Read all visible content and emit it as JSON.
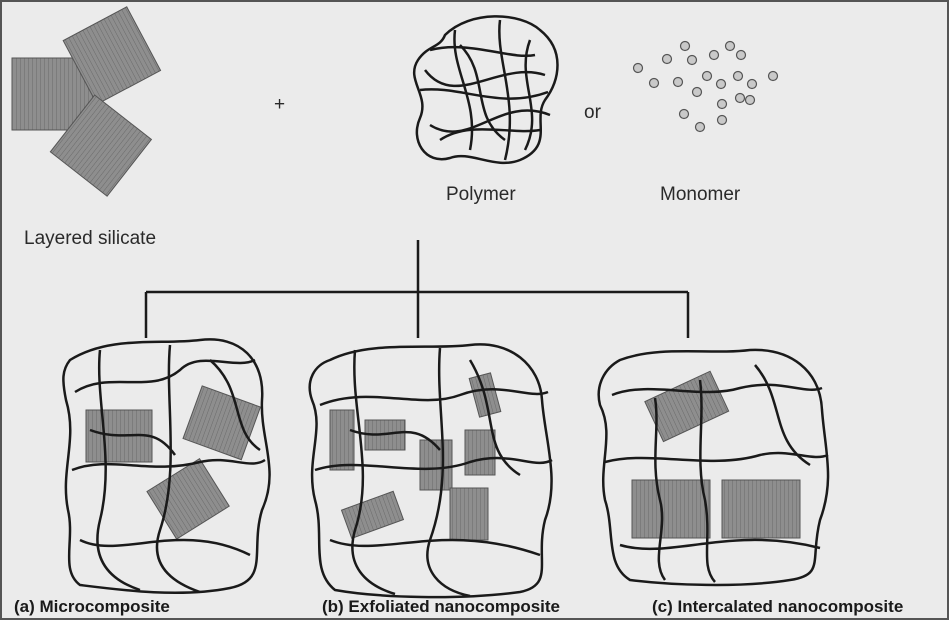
{
  "diagram": {
    "operator_plus": "+",
    "operator_or": "or",
    "inputs": {
      "silicate_label": "Layered silicate",
      "polymer_label": "Polymer",
      "monomer_label": "Monomer"
    },
    "outcomes": [
      {
        "label": "(a) Microcomposite"
      },
      {
        "label": "(b) Exfoliated nanocomposite"
      },
      {
        "label": "(c) Intercalated nanocomposite"
      }
    ],
    "colors": {
      "background": "#ebebeb",
      "line": "#1a1a1a",
      "platelet_fill": "#8a8a8a",
      "monomer_fill": "#c9c9c9"
    }
  }
}
